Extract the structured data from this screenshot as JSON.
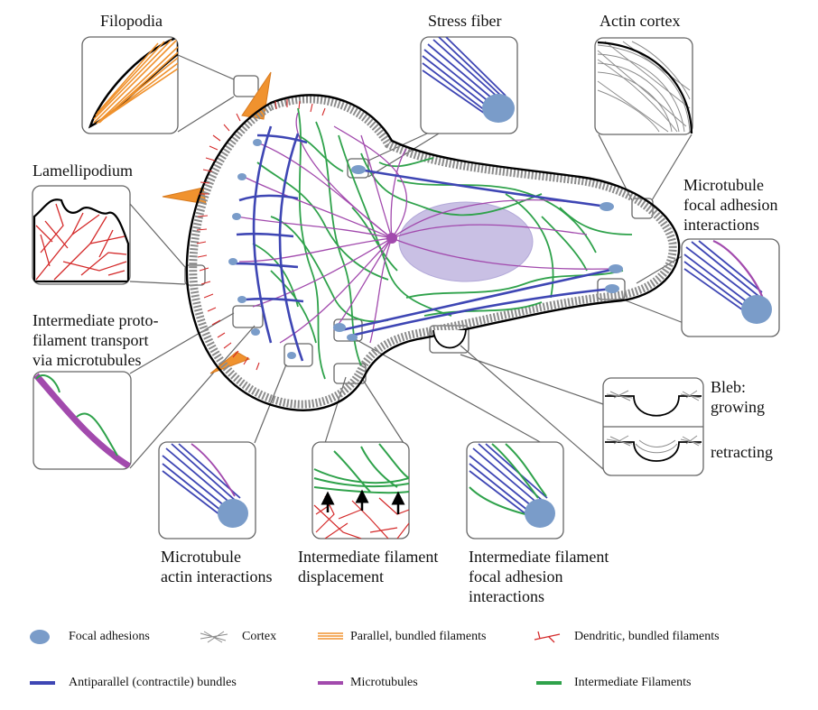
{
  "labels": {
    "filopodia": "Filopodia",
    "stress_fiber": "Stress fiber",
    "actin_cortex": "Actin cortex",
    "lamellipodium": "Lamellipodium",
    "mt_fa_1": "Microtubule",
    "mt_fa_2": "focal adhesion",
    "mt_fa_3": "interactions",
    "ipf_1": "Intermediate proto-",
    "ipf_2": "filament transport",
    "ipf_3": "via microtubules",
    "bleb_1": "Bleb:",
    "bleb_2": "growing",
    "bleb_3": "retracting",
    "mta_1": "Microtubule",
    "mta_2": "actin interactions",
    "ifd_1": "Intermediate filament",
    "ifd_2": "displacement",
    "iffa_1": "Intermediate filament",
    "iffa_2": "focal adhesion",
    "iffa_3": "interactions"
  },
  "legend": [
    {
      "key": "focal-adhesions",
      "label": "Focal adhesions"
    },
    {
      "key": "cortex",
      "label": "Cortex"
    },
    {
      "key": "parallel-bundled",
      "label": "Parallel, bundled filaments"
    },
    {
      "key": "dendritic-bundled",
      "label": "Dendritic, bundled filaments"
    },
    {
      "key": "antiparallel-bundles",
      "label": "Antiparallel (contractile) bundles"
    },
    {
      "key": "microtubules",
      "label": "Microtubules"
    },
    {
      "key": "intermediate-filaments",
      "label": "Intermediate Filaments"
    }
  ],
  "colors": {
    "focal_adhesion": "#7a9cc9",
    "cortex": "#8c8c8c",
    "parallel": "#f0922e",
    "dendritic": "#d42a2a",
    "antiparallel": "#3e46b4",
    "microtubule": "#a24aad",
    "intermediate": "#2fa24b",
    "nucleus": "#c9c0e4",
    "box_stroke": "#666666"
  }
}
